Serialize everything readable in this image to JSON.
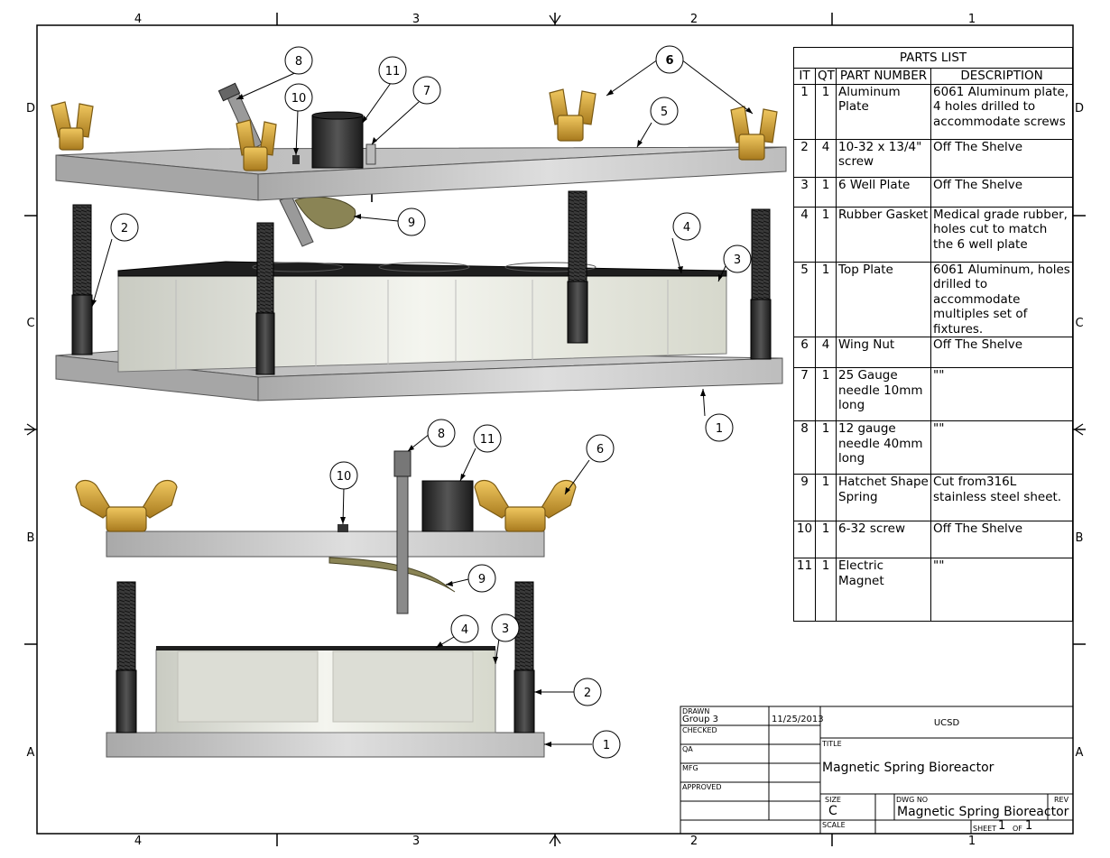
{
  "zones": {
    "columns": [
      "4",
      "3",
      "2",
      "1"
    ],
    "rows": [
      "D",
      "C",
      "B",
      "A"
    ]
  },
  "balloons": {
    "exploded": [
      "1",
      "2",
      "3",
      "4",
      "5",
      "6",
      "7",
      "8",
      "9",
      "10",
      "11"
    ],
    "side": [
      "1",
      "2",
      "3",
      "4",
      "6",
      "8",
      "9",
      "10",
      "11"
    ]
  },
  "parts_list": {
    "title": "PARTS LIST",
    "headers": [
      "IT",
      "QT",
      "PART NUMBER",
      "DESCRIPTION"
    ],
    "rows": [
      {
        "it": "1",
        "qt": "1",
        "part": "Aluminum Plate",
        "desc": "6061 Aluminum plate, 4 holes drilled to accommodate screws"
      },
      {
        "it": "2",
        "qt": "4",
        "part": "10-32 x 13/4\" screw",
        "desc": "Off The Shelve"
      },
      {
        "it": "3",
        "qt": "1",
        "part": "6 Well Plate",
        "desc": "Off The Shelve"
      },
      {
        "it": "4",
        "qt": "1",
        "part": "Rubber Gasket",
        "desc": "Medical grade rubber, holes cut to match the 6 well plate"
      },
      {
        "it": "5",
        "qt": "1",
        "part": "Top Plate",
        "desc": "6061 Aluminum, holes drilled to accommodate multiples set of fixtures."
      },
      {
        "it": "6",
        "qt": "4",
        "part": "Wing Nut",
        "desc": "Off The Shelve"
      },
      {
        "it": "7",
        "qt": "1",
        "part": "25 Gauge needle 10mm long",
        "desc": "\"\""
      },
      {
        "it": "8",
        "qt": "1",
        "part": "12 gauge needle 40mm long",
        "desc": "\"\""
      },
      {
        "it": "9",
        "qt": "1",
        "part": "Hatchet Shape Spring",
        "desc": "Cut from316L stainless steel sheet."
      },
      {
        "it": "10",
        "qt": "1",
        "part": "6-32 screw",
        "desc": "Off The Shelve"
      },
      {
        "it": "11",
        "qt": "1",
        "part": "Electric Magnet",
        "desc": "\"\""
      }
    ]
  },
  "title_block": {
    "drawn_label": "DRAWN",
    "drawn_by": "Group 3",
    "date": "11/25/2013",
    "checked_label": "CHECKED",
    "qa_label": "QA",
    "mfg_label": "MFG",
    "approved_label": "APPROVED",
    "company": "UCSD",
    "title_label": "TITLE",
    "title": "Magnetic Spring Bioreactor",
    "size_label": "SIZE",
    "size": "C",
    "dwg_no_label": "DWG NO",
    "dwg_no": "Magnetic Spring Bioreactor",
    "rev_label": "REV",
    "scale_label": "SCALE",
    "sheet_label": "SHEET",
    "sheet": "1",
    "of_label": "OF",
    "sheets": "1"
  },
  "colors": {
    "aluminum": "#c8c8c8",
    "aluminum_dark": "#8e8e8e",
    "brass": "#d4a43a",
    "brass_dark": "#9a7420",
    "screw": "#333333",
    "well_plate": "#e9ebe0",
    "gasket": "#222222",
    "spring": "#8a8455"
  }
}
